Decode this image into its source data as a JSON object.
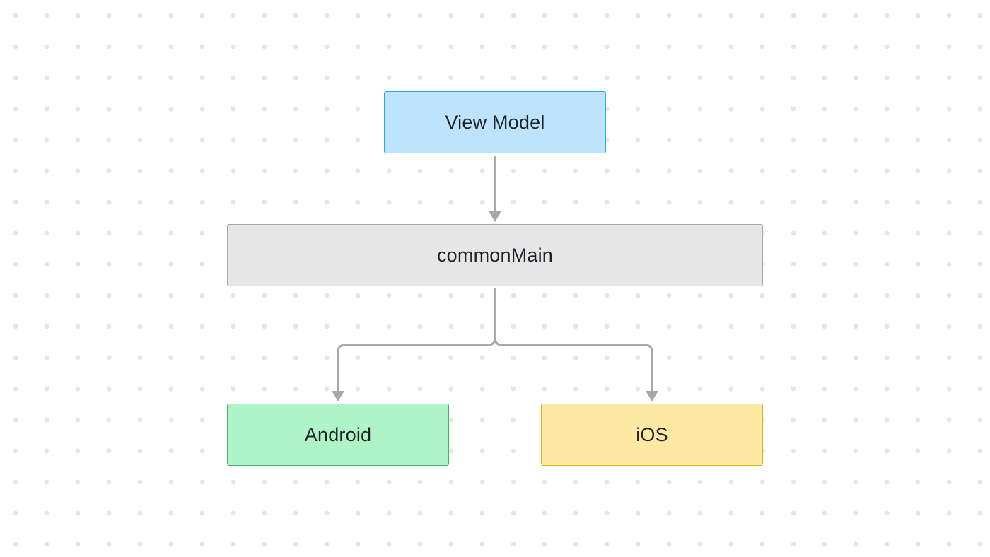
{
  "diagram": {
    "nodes": {
      "view_model": {
        "label": "View Model"
      },
      "common_main": {
        "label": "commonMain"
      },
      "android": {
        "label": "Android"
      },
      "ios": {
        "label": "iOS"
      }
    },
    "edges": [
      {
        "from": "view_model",
        "to": "common_main"
      },
      {
        "from": "common_main",
        "to": "android"
      },
      {
        "from": "common_main",
        "to": "ios"
      }
    ],
    "colors": {
      "view_model_fill": "#bee3fc",
      "view_model_border": "#2ba5e0",
      "common_main_fill": "#e6e6e6",
      "common_main_border": "#a9a9a9",
      "android_fill": "#aff4c7",
      "android_border": "#47b06f",
      "ios_fill": "#fde8a4",
      "ios_border": "#d9b213",
      "edge": "#a8a8a8",
      "grid_dot": "#e6e6e6"
    }
  }
}
